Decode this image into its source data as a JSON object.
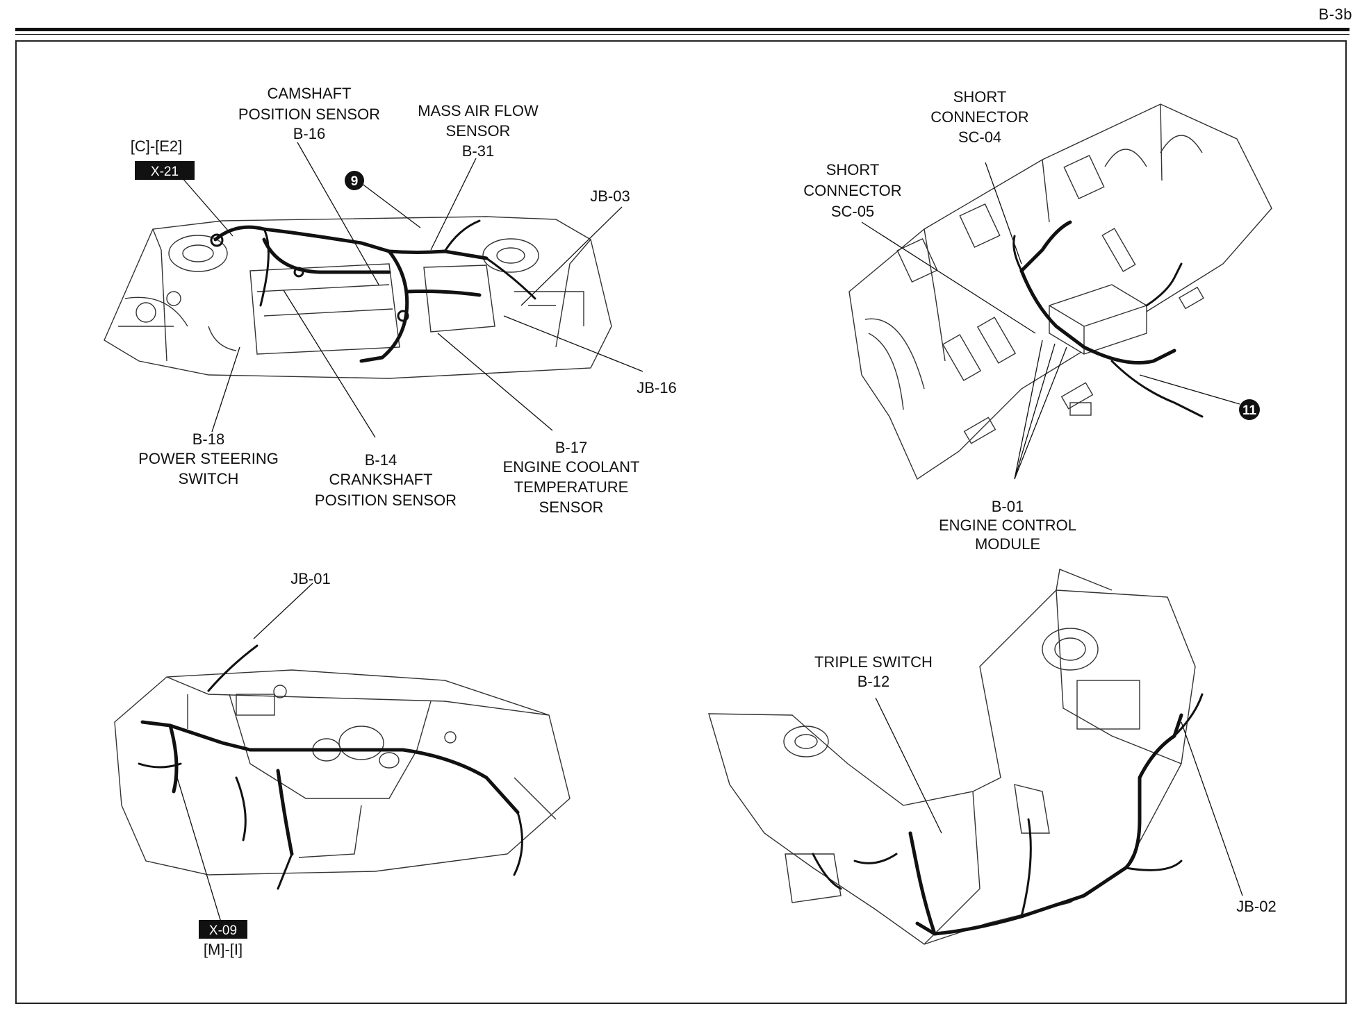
{
  "page_id": "B-3b",
  "views": {
    "engine_bay": {
      "labels": {
        "camshaft_l1": "CAMSHAFT",
        "camshaft_l2": "POSITION SENSOR",
        "camshaft_l3": "B-16",
        "maf_l1": "MASS AIR FLOW",
        "maf_l2": "SENSOR",
        "maf_l3": "B-31",
        "grid_ref": "[C]-[E2]",
        "connector_tag": "X-21",
        "ground_num": "9",
        "jb03": "JB-03",
        "jb16": "JB-16",
        "ps_l1": "B-18",
        "ps_l2": "POWER STEERING",
        "ps_l3": "SWITCH",
        "crank_l1": "B-14",
        "crank_l2": "CRANKSHAFT",
        "crank_l3": "POSITION SENSOR",
        "ect_l1": "B-17",
        "ect_l2": "ENGINE COOLANT",
        "ect_l3": "TEMPERATURE",
        "ect_l4": "SENSOR"
      }
    },
    "ecm_area": {
      "labels": {
        "sc04_l1": "SHORT",
        "sc04_l2": "CONNECTOR",
        "sc04_l3": "SC-04",
        "sc05_l1": "SHORT",
        "sc05_l2": "CONNECTOR",
        "sc05_l3": "SC-05",
        "ground_num": "11",
        "ecm_l1": "B-01",
        "ecm_l2": "ENGINE CONTROL",
        "ecm_l3": "MODULE"
      }
    },
    "dashboard": {
      "labels": {
        "jb01": "JB-01",
        "connector_tag": "X-09",
        "grid_ref": "[M]-[I]"
      }
    },
    "front_end": {
      "labels": {
        "triple_l1": "TRIPLE SWITCH",
        "triple_l2": "B-12",
        "jb02": "JB-02"
      }
    }
  }
}
